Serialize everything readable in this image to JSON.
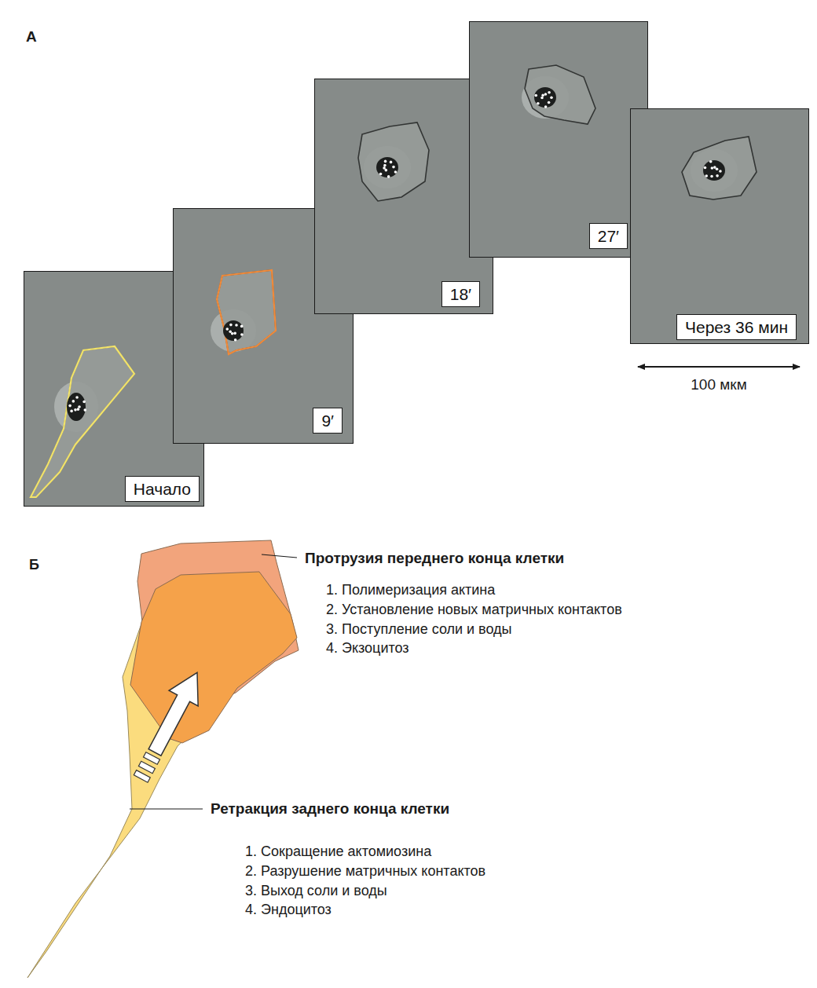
{
  "diagram": {
    "nodes": [
      {
        "text": [
          "Начало"
        ]
      },
      {
        "text": [
          "9′"
        ]
      },
      {
        "text": [
          "18′"
        ]
      },
      {
        "text": [
          "27′"
        ]
      },
      {
        "text": [
          "Через 36 мин"
        ]
      }
    ],
    "labels": [
      "А",
      "100 мкм",
      "Б",
      "Протрузия переднего конца клетки",
      "1. Полимеризация актина",
      "2. Установление новых матричных контактов",
      "3. Поступление соли и воды",
      "4. Экзоцитоз",
      "Ретракция заднего конца клетки",
      "1. Сокращение актомиозина",
      "2. Разрушение матричных контактов",
      "3. Выход соли и воды",
      "4. Эндоцитоз"
    ]
  }
}
